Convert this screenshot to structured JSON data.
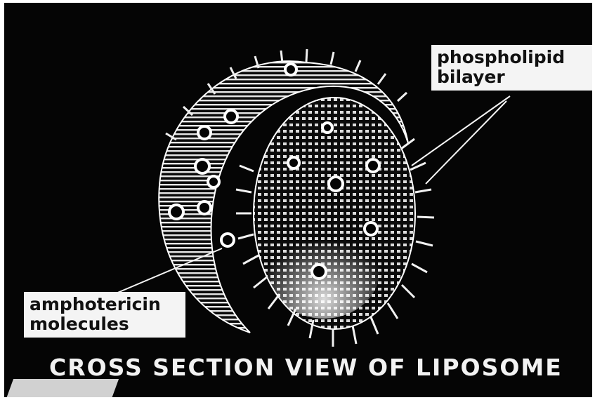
{
  "figure": {
    "label_phospholipid": {
      "line1": "phospholipid",
      "line2": "bilayer"
    },
    "label_amphotericin": {
      "line1": "amphotericin",
      "line2": "molecules"
    },
    "caption": "CROSS SECTION VIEW OF LIPOSOME"
  },
  "colors": {
    "background": "#050505",
    "structure": "#f0f0f0",
    "label_bg": "#f4f4f4"
  }
}
